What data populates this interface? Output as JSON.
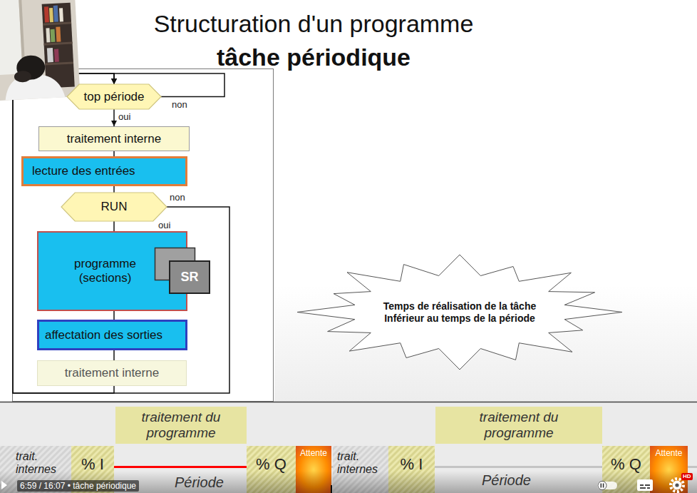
{
  "diagram": {
    "title": "Structuration d'un programme",
    "nodes": [
      {
        "text": [
          "top période"
        ]
      },
      {
        "text": [
          "traitement interne"
        ]
      },
      {
        "text": [
          "lecture des entrées"
        ]
      },
      {
        "text": [
          "RUN"
        ]
      },
      {
        "text": [
          "programme (sections)"
        ]
      },
      {
        "text": [
          "SR"
        ],
        "in": 4
      },
      {
        "text": [
          "affectation des sorties"
        ]
      },
      {
        "text": [
          "traitement interne"
        ]
      },
      {
        "text": [
          "Temps de réalisation de la tâche Inférieur au temps de la période"
        ]
      },
      {
        "text": [
          "traitement du programme"
        ]
      },
      {
        "text": [
          "traitement du programme"
        ]
      },
      {
        "text": [
          "trait. internes"
        ]
      },
      {
        "text": [
          "% I"
        ]
      },
      {
        "text": [
          "% Q"
        ]
      },
      {
        "text": [
          "Attente"
        ]
      },
      {
        "text": [
          "trait. internes"
        ]
      },
      {
        "text": [
          "% I"
        ]
      },
      {
        "text": [
          "% Q"
        ]
      },
      {
        "text": [
          "Attente"
        ]
      }
    ],
    "edges": [
      {
        "from": 0,
        "to": 1,
        "label": "oui",
        "arrow": "to"
      },
      {
        "from": 0,
        "to": 0,
        "label": "non",
        "arrow": "to"
      },
      {
        "from": 1,
        "to": 2,
        "arrow": "none"
      },
      {
        "from": 2,
        "to": 3,
        "arrow": "none"
      },
      {
        "from": 3,
        "to": 4,
        "label": "oui",
        "arrow": "none"
      },
      {
        "from": 3,
        "to": 0,
        "label": "non",
        "arrow": "to"
      },
      {
        "from": 4,
        "to": 6,
        "arrow": "none"
      },
      {
        "from": 6,
        "to": 7,
        "arrow": "none"
      },
      {
        "from": 7,
        "to": 0,
        "arrow": "to"
      }
    ],
    "labels": [
      "tâche périodique",
      "Période",
      "Période",
      "6:59 / 16:07 • tâche périodique",
      "HD"
    ]
  }
}
